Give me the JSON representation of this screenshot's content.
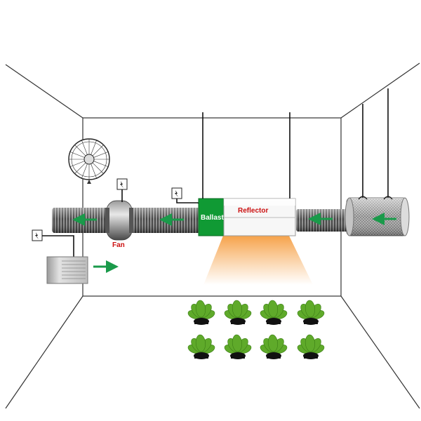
{
  "labels": {
    "fan": "Fan",
    "ballast": "Ballast",
    "reflector": "Reflector"
  },
  "colors": {
    "label_red": "#cc1111",
    "ballast_green": "#109a34",
    "arrow_green": "#1a9a4a",
    "light_glow": "#f6a24a",
    "leaf_green": "#5faa2a"
  },
  "icons": {
    "outlet": "power-outlet-icon",
    "fan": "oscillating-fan-icon",
    "filter": "carbon-filter-icon",
    "airflow": "airflow-arrow-icon",
    "plant": "plant-pot-icon"
  }
}
